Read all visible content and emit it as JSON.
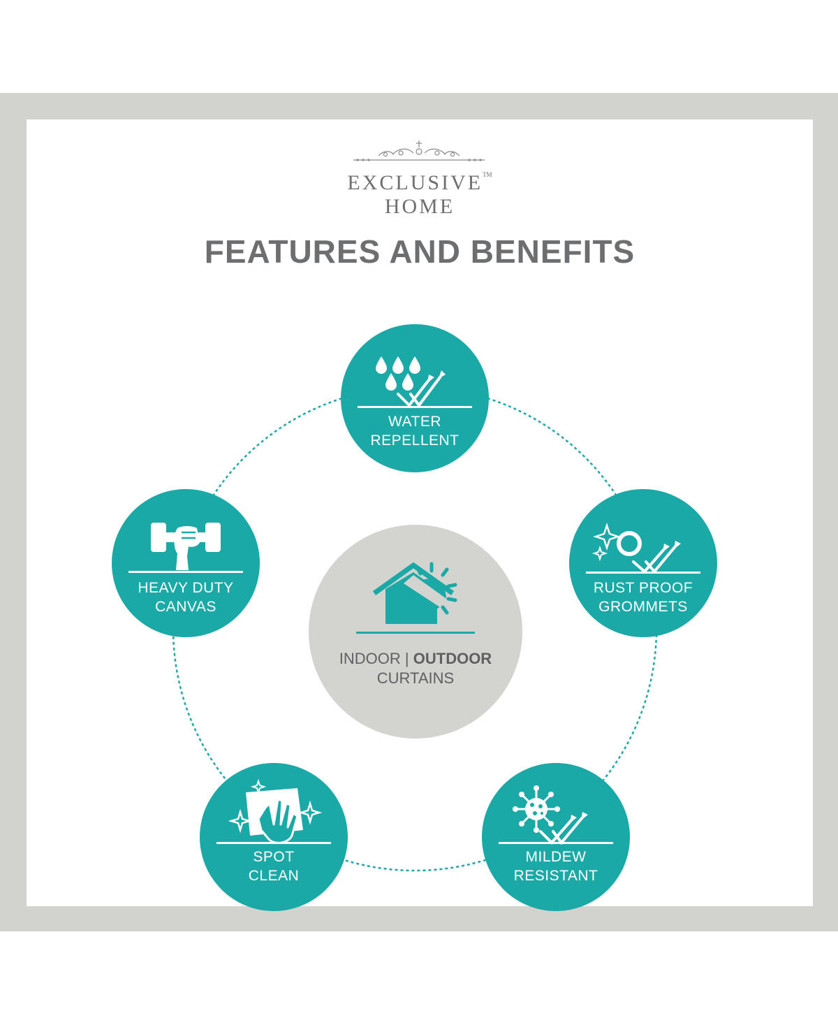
{
  "brand": {
    "line1": "EXCLUSIVE",
    "trademark": "TM",
    "line2": "HOME"
  },
  "heading": "FEATURES AND BENEFITS",
  "center": {
    "part1": "INDOOR",
    "separator": " | ",
    "part2": "OUTDOOR",
    "line2": "CURTAINS",
    "icon": "house-sun-icon"
  },
  "features": [
    {
      "line1": "WATER",
      "line2": "REPELLENT",
      "icon": "water-drops-repel-icon"
    },
    {
      "line1": "RUST PROOF",
      "line2": "GROMMETS",
      "icon": "grommet-sparkle-icon"
    },
    {
      "line1": "MILDEW",
      "line2": "RESISTANT",
      "icon": "mildew-germ-icon"
    },
    {
      "line1": "SPOT",
      "line2": "CLEAN",
      "icon": "hand-wipe-icon"
    },
    {
      "line1": "HEAVY DUTY",
      "line2": "CANVAS",
      "icon": "dumbbell-hand-icon"
    }
  ],
  "colors": {
    "teal": "#1aa9a6",
    "frame_gray": "#d2d3ce",
    "center_gray": "#d3d3cf",
    "text_gray": "#6d6e70"
  }
}
